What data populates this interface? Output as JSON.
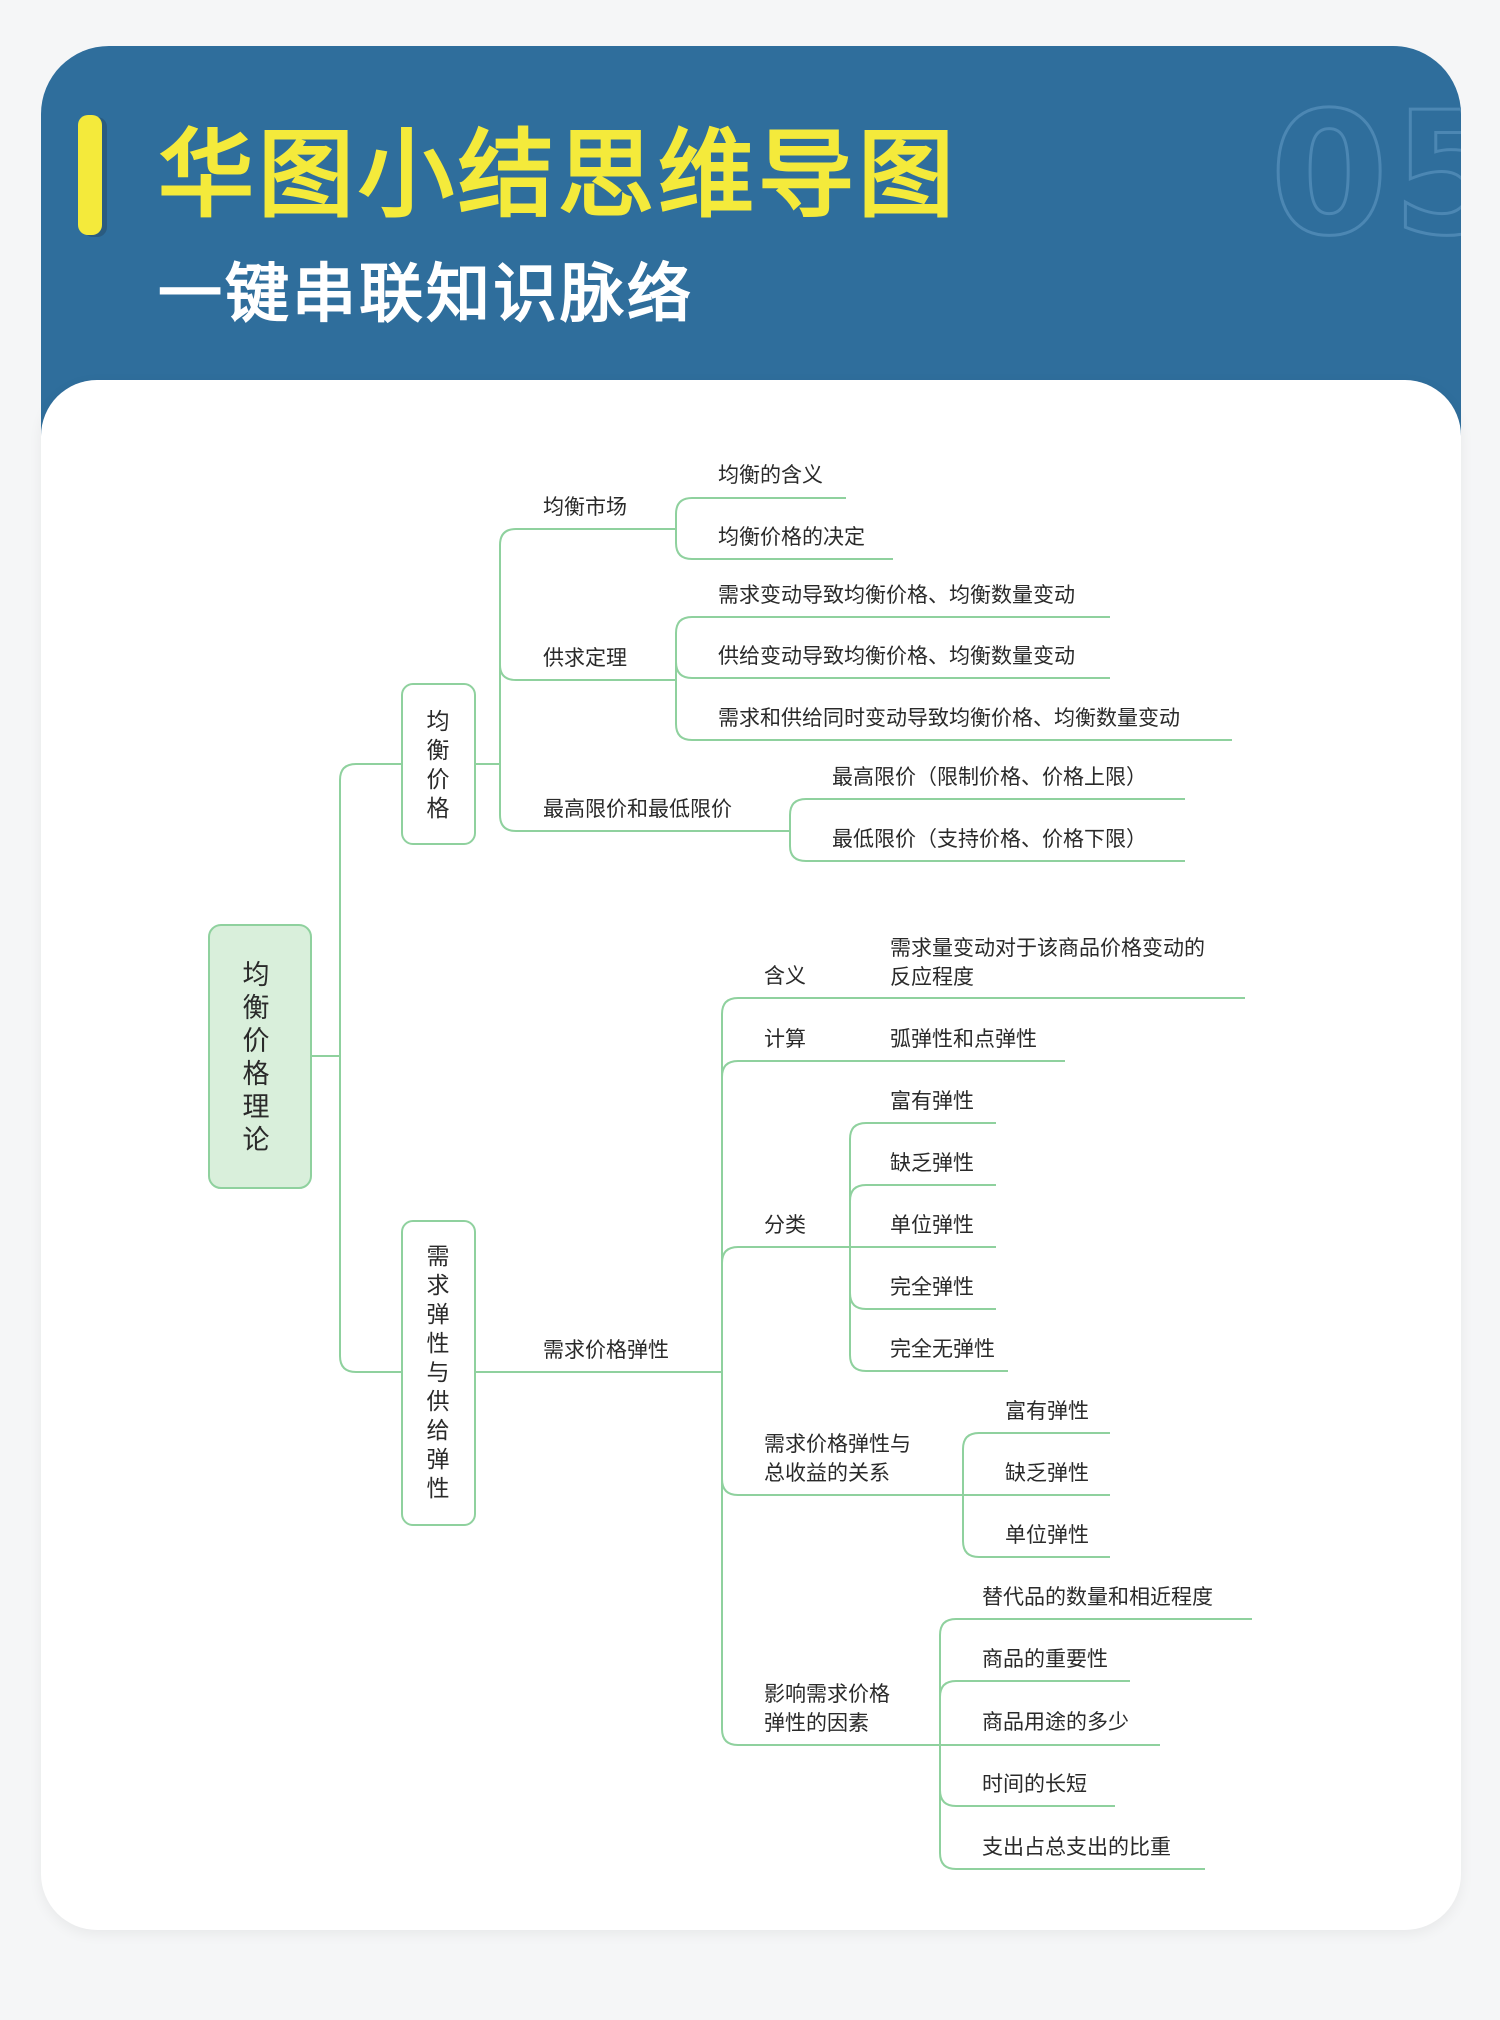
{
  "header": {
    "title": "华图小结思维导图",
    "subtitle": "一键串联知识脉络",
    "page_number": "05"
  },
  "colors": {
    "header_bg": "#2f6e9c",
    "title_yellow": "#f4ea3b",
    "line_green": "#8fd19e",
    "root_fill": "#d9efdb"
  },
  "mindmap": {
    "root": "均衡价格理论",
    "branch1": {
      "label": "均衡价格",
      "market": {
        "label": "均衡市场",
        "items": [
          "均衡的含义",
          "均衡价格的决定"
        ]
      },
      "law": {
        "label": "供求定理",
        "items": [
          "需求变动导致均衡价格、均衡数量变动",
          "供给变动导致均衡价格、均衡数量变动",
          "需求和供给同时变动导致均衡价格、均衡数量变动"
        ]
      },
      "limits": {
        "label": "最高限价和最低限价",
        "items": [
          "最高限价（限制价格、价格上限）",
          "最低限价（支持价格、价格下限）"
        ]
      }
    },
    "branch2": {
      "label": "需求弹性与供给弹性",
      "elasticity": {
        "label": "需求价格弹性",
        "meaning": {
          "label": "含义",
          "text_line1": "需求量变动对于该商品价格变动的",
          "text_line2": "反应程度"
        },
        "calc": {
          "label": "计算",
          "text": "弧弹性和点弹性"
        },
        "classify": {
          "label": "分类",
          "items": [
            "富有弹性",
            "缺乏弹性",
            "单位弹性",
            "完全弹性",
            "完全无弹性"
          ]
        },
        "revenue": {
          "label_line1": "需求价格弹性与",
          "label_line2": "总收益的关系",
          "items": [
            "富有弹性",
            "缺乏弹性",
            "单位弹性"
          ]
        },
        "factors": {
          "label_line1": "影响需求价格",
          "label_line2": "弹性的因素",
          "items": [
            "替代品的数量和相近程度",
            "商品的重要性",
            "商品用途的多少",
            "时间的长短",
            "支出占总支出的比重"
          ]
        }
      }
    }
  }
}
